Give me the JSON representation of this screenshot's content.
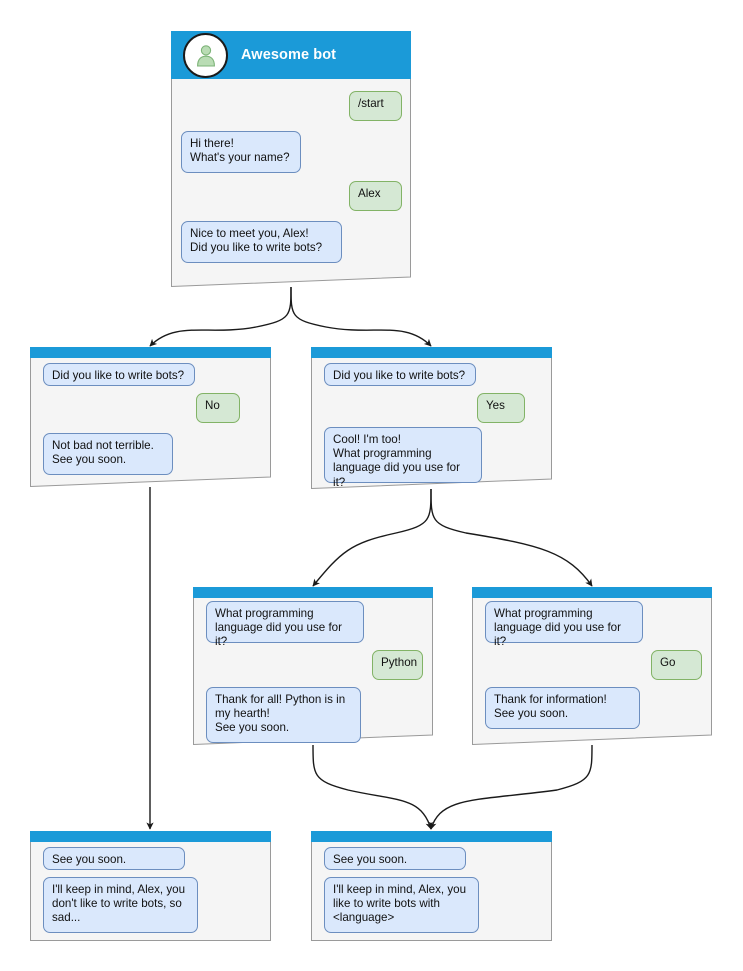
{
  "diagram": {
    "title": "Awesome bot conversation flow",
    "colors": {
      "header_blue": "#1b9ad8",
      "card_bg": "#f5f5f5",
      "card_border": "#9a9a9a",
      "bot_bubble_bg": "#dae8fc",
      "bot_bubble_border": "#6c8ebf",
      "user_bubble_bg": "#d5e8d4",
      "user_bubble_border": "#82b366",
      "connector": "#1a1a1a"
    }
  },
  "root": {
    "title": "Awesome bot",
    "avatar_icon": "person-avatar-icon",
    "messages": [
      {
        "from": "user",
        "text": "/start"
      },
      {
        "from": "bot",
        "text": "Hi there!\nWhat's your name?"
      },
      {
        "from": "user",
        "text": "Alex"
      },
      {
        "from": "bot",
        "text": "Nice to meet you, Alex!\nDid you like to write bots?"
      }
    ]
  },
  "branch_no": {
    "messages": [
      {
        "from": "bot",
        "text": "Did you like to write bots?"
      },
      {
        "from": "user",
        "text": "No"
      },
      {
        "from": "bot",
        "text": "Not bad not terrible.\nSee you soon."
      }
    ]
  },
  "branch_yes": {
    "messages": [
      {
        "from": "bot",
        "text": "Did you like to write bots?"
      },
      {
        "from": "user",
        "text": "Yes"
      },
      {
        "from": "bot",
        "text": "Cool! I'm too!\nWhat programming\nlanguage did you use for it?"
      }
    ]
  },
  "branch_python": {
    "messages": [
      {
        "from": "bot",
        "text": "What programming\nlanguage did you use for it?"
      },
      {
        "from": "user",
        "text": "Python"
      },
      {
        "from": "bot",
        "text": "Thank for all! Python is in\nmy hearth!\nSee you soon."
      }
    ]
  },
  "branch_go": {
    "messages": [
      {
        "from": "bot",
        "text": "What programming\nlanguage did you use for it?"
      },
      {
        "from": "user",
        "text": "Go"
      },
      {
        "from": "bot",
        "text": "Thank for information!\nSee you soon."
      }
    ]
  },
  "end_sad": {
    "messages": [
      {
        "from": "bot",
        "text": "See you soon."
      },
      {
        "from": "bot",
        "text": "I'll keep in mind, Alex, you\ndon't like to write bots, so\nsad..."
      }
    ]
  },
  "end_happy": {
    "messages": [
      {
        "from": "bot",
        "text": "See you soon."
      },
      {
        "from": "bot",
        "text": "I'll keep in mind, Alex, you\nlike to write bots with\n<language>"
      }
    ]
  }
}
